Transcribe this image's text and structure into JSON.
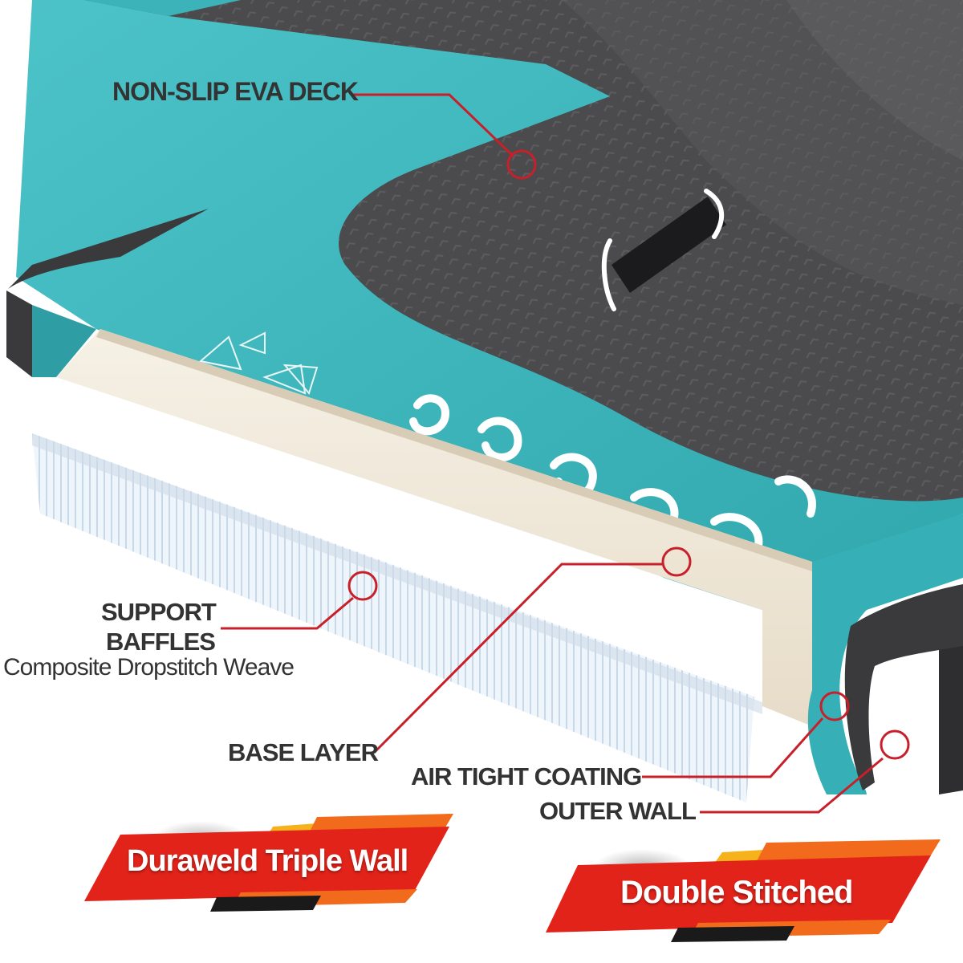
{
  "callouts": {
    "deck": "NON-SLIP EVA DECK",
    "baffles_line1": "SUPPORT",
    "baffles_line2": "BAFFLES",
    "baffles_sub": "Composite Dropstitch Weave",
    "base": "BASE LAYER",
    "coating": "AIR TIGHT COATING",
    "outer": "OUTER WALL"
  },
  "badges": {
    "left": "Duraweld Triple Wall",
    "right": "Double Stitched"
  },
  "colors": {
    "callout_red": "#c8202a",
    "label_text": "#333333",
    "board_teal": "#3bb3b8",
    "deck_dark": "#4a4a4c",
    "badge_red": "#e2231a",
    "badge_orange": "#f26a1b",
    "badge_yellow": "#f6b21a"
  }
}
